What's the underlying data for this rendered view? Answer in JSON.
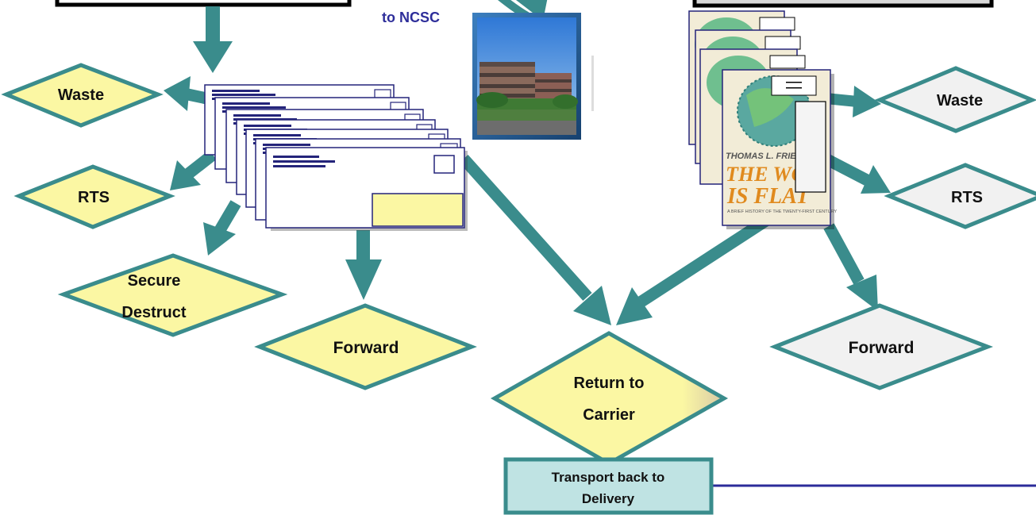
{
  "labels": {
    "top_caption": "to NCSC",
    "letter_outcomes": {
      "waste": "Waste",
      "rts": "RTS",
      "secure_destruct_line1": "Secure",
      "secure_destruct_line2": "Destruct",
      "forward": "Forward"
    },
    "flat_outcomes": {
      "waste": "Waste",
      "rts": "RTS",
      "forward": "Forward"
    },
    "return": {
      "line1": "Return to",
      "line2": "Carrier"
    },
    "transport": {
      "line1": "Transport back to",
      "line2": "Delivery"
    },
    "book": {
      "author": "THOMAS L. FRIED",
      "title_line1": "THE WOR",
      "title_line2": "IS FLAT",
      "subtitle": "A BRIEF HISTORY OF THE TWENTY-FIRST CENTURY"
    }
  },
  "colors": {
    "arrow": "#3a8c8c",
    "letter_diamond_fill": "#fbf7a3",
    "flat_diamond_fill": "#f1f1f1",
    "transport_box_fill": "#bfe3e3",
    "caption": "#2e2e9a",
    "connector_line": "#2b2b9a"
  }
}
